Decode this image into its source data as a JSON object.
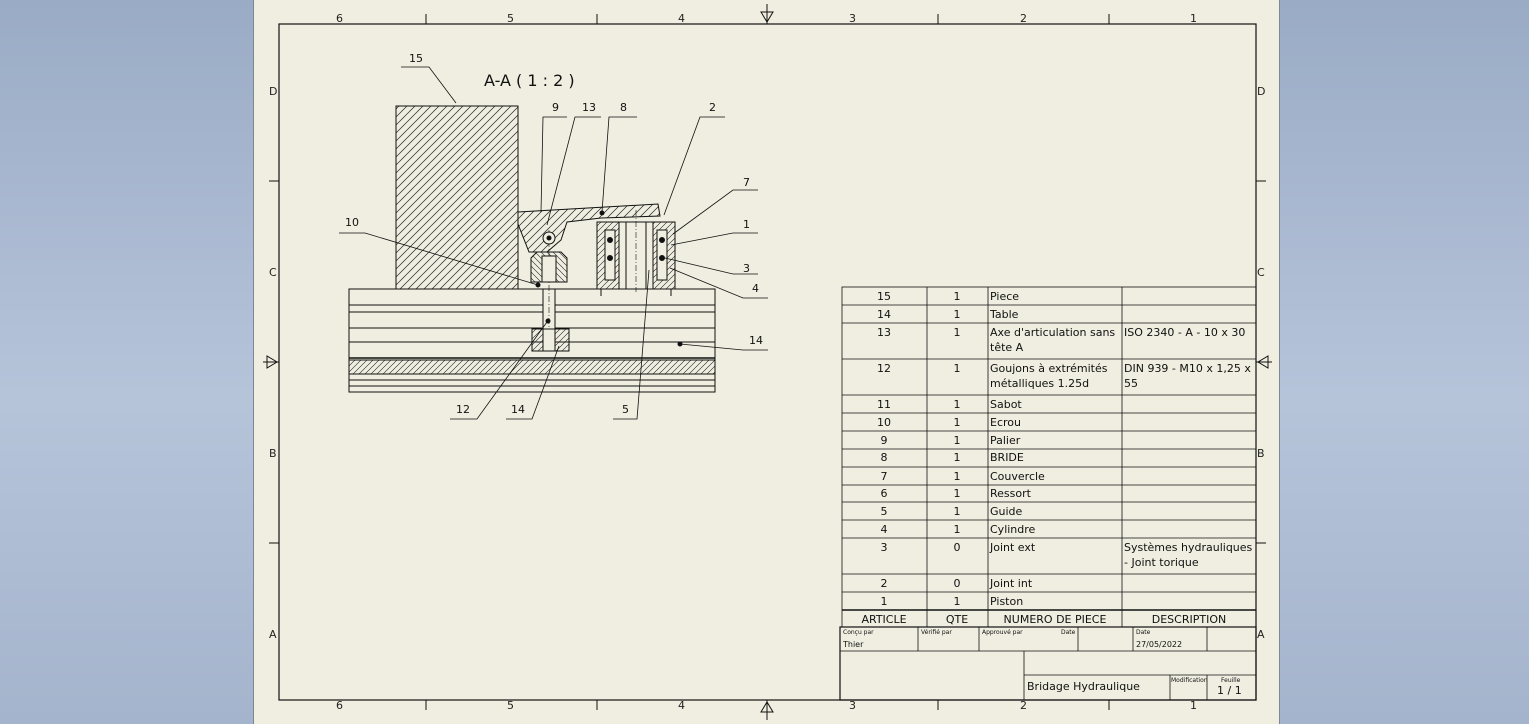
{
  "border": {
    "top_columns": [
      "6",
      "5",
      "4",
      "3",
      "2",
      "1"
    ],
    "bottom_columns": [
      "6",
      "5",
      "4",
      "3",
      "2",
      "1"
    ],
    "left_rows": [
      "D",
      "C",
      "B",
      "A"
    ],
    "right_rows": [
      "D",
      "C",
      "B",
      "A"
    ]
  },
  "view": {
    "title": "A-A ( 1 : 2 )",
    "balloons": {
      "b15": "15",
      "b9": "9",
      "b13": "13",
      "b8": "8",
      "b2": "2",
      "b7": "7",
      "b1": "1",
      "b10": "10",
      "b3": "3",
      "b4": "4",
      "b14r": "14",
      "b12": "12",
      "b14b": "14",
      "b5": "5"
    }
  },
  "bom": {
    "headers": [
      "ARTICLE",
      "QTE",
      "NUMERO DE PIECE",
      "DESCRIPTION"
    ],
    "rows": [
      {
        "article": "15",
        "qte": "1",
        "name1": "Piece",
        "name2": "",
        "desc1": "",
        "desc2": ""
      },
      {
        "article": "14",
        "qte": "1",
        "name1": "Table",
        "name2": "",
        "desc1": "",
        "desc2": ""
      },
      {
        "article": "13",
        "qte": "1",
        "name1": "Axe d'articulation sans",
        "name2": "tête A",
        "desc1": "ISO 2340 - A - 10 x 30",
        "desc2": ""
      },
      {
        "article": "12",
        "qte": "1",
        "name1": "Goujons à extrémités",
        "name2": "métalliques 1.25d",
        "desc1": "DIN 939 - M10 x 1,25 x",
        "desc2": "55"
      },
      {
        "article": "11",
        "qte": "1",
        "name1": "Sabot",
        "name2": "",
        "desc1": "",
        "desc2": ""
      },
      {
        "article": "10",
        "qte": "1",
        "name1": "Ecrou",
        "name2": "",
        "desc1": "",
        "desc2": ""
      },
      {
        "article": "9",
        "qte": "1",
        "name1": "Palier",
        "name2": "",
        "desc1": "",
        "desc2": ""
      },
      {
        "article": "8",
        "qte": "1",
        "name1": "BRIDE",
        "name2": "",
        "desc1": "",
        "desc2": ""
      },
      {
        "article": "7",
        "qte": "1",
        "name1": "Couvercle",
        "name2": "",
        "desc1": "",
        "desc2": ""
      },
      {
        "article": "6",
        "qte": "1",
        "name1": "Ressort",
        "name2": "",
        "desc1": "",
        "desc2": ""
      },
      {
        "article": "5",
        "qte": "1",
        "name1": "Guide",
        "name2": "",
        "desc1": "",
        "desc2": ""
      },
      {
        "article": "4",
        "qte": "1",
        "name1": "Cylindre",
        "name2": "",
        "desc1": "",
        "desc2": ""
      },
      {
        "article": "3",
        "qte": "0",
        "name1": "Joint ext",
        "name2": "",
        "desc1": "Systèmes hydrauliques",
        "desc2": "- Joint torique"
      },
      {
        "article": "2",
        "qte": "0",
        "name1": "Joint int",
        "name2": "",
        "desc1": "",
        "desc2": ""
      },
      {
        "article": "1",
        "qte": "1",
        "name1": "Piston",
        "name2": "",
        "desc1": "",
        "desc2": ""
      }
    ]
  },
  "title_block": {
    "designed_by_label": "Conçu par",
    "designed_by": "Thier",
    "checked_by_label": "Vérifié par",
    "approved_by_label": "Approuvé par",
    "date_label_1": "Date",
    "date_label_2": "Date",
    "date": "27/05/2022",
    "title": "Bridage Hydraulique",
    "modification_label": "Modification",
    "sheet_label": "Feuille",
    "sheet": "1 / 1"
  },
  "colors": {
    "background": "#efeee1",
    "line": "#111111",
    "desktop": "#b6c4da"
  }
}
